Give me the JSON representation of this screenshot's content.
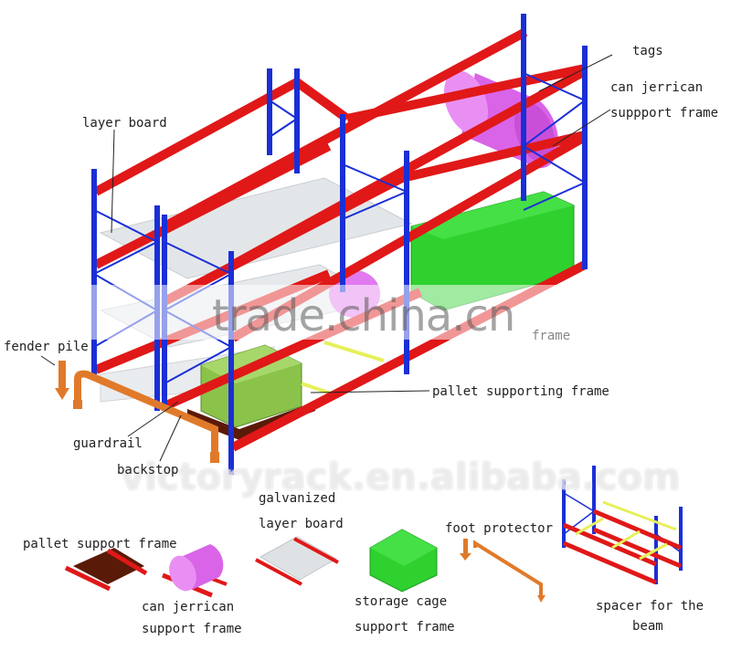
{
  "diagram": {
    "labels": {
      "tags": "tags",
      "can_jerrican_line1": "can jerrican",
      "can_jerrican_line2": "suppport frame",
      "layer_board": "layer board",
      "frame_partial": "frame",
      "fender_pile": "fender pile",
      "pallet_supporting_frame": "pallet supporting frame",
      "guardrail": "guardrail",
      "backstop": "backstop",
      "galvanized_line1": "galvanized",
      "galvanized_line2": "layer board",
      "foot_protector": "foot protector",
      "pallet_support_frame": "pallet support frame",
      "can_jerrican_support_line1": "can jerrican",
      "can_jerrican_support_line2": "support frame",
      "storage_cage_line1": "storage cage",
      "storage_cage_line2": "support frame",
      "spacer_line1": "spacer for the",
      "spacer_line2": "beam"
    },
    "watermarks": {
      "trade": "trade.china.cn",
      "alibaba": "victoryrack.en.alibaba.com"
    },
    "colors": {
      "upright": "#1a2fd6",
      "beam": "#e01818",
      "board": "#e6e9ec",
      "cylinder": "#e070ec",
      "cage": "#2bd22b",
      "pallet": "#5a1a08",
      "guardrail": "#e07a2a",
      "spacer": "#e6f05a"
    }
  }
}
